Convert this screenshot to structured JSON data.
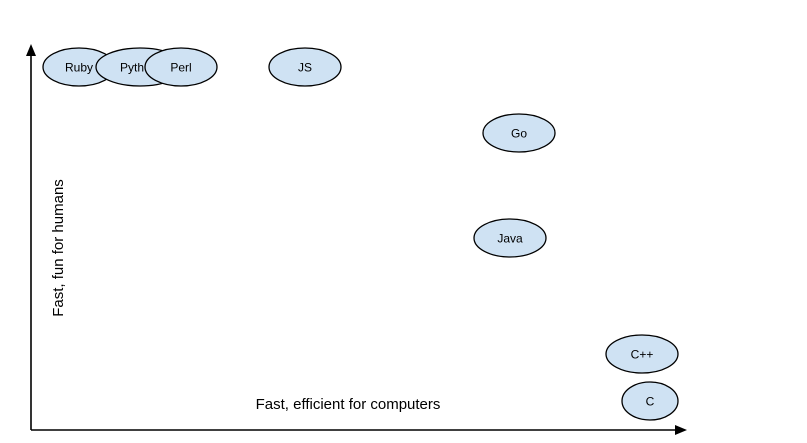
{
  "x_axis": {
    "label": "Fast, efficient for computers"
  },
  "y_axis": {
    "label": "Fast, fun for humans"
  },
  "languages": [
    {
      "id": "ruby",
      "label": "Ruby"
    },
    {
      "id": "python",
      "label": "Pyth"
    },
    {
      "id": "perl",
      "label": "Perl"
    },
    {
      "id": "js",
      "label": "JS"
    },
    {
      "id": "go",
      "label": "Go"
    },
    {
      "id": "java",
      "label": "Java"
    },
    {
      "id": "cpp",
      "label": "C++"
    },
    {
      "id": "c",
      "label": "C"
    }
  ],
  "colors": {
    "bubble_fill": "#cfe2f3",
    "bubble_stroke": "#000000",
    "axis": "#000000"
  }
}
